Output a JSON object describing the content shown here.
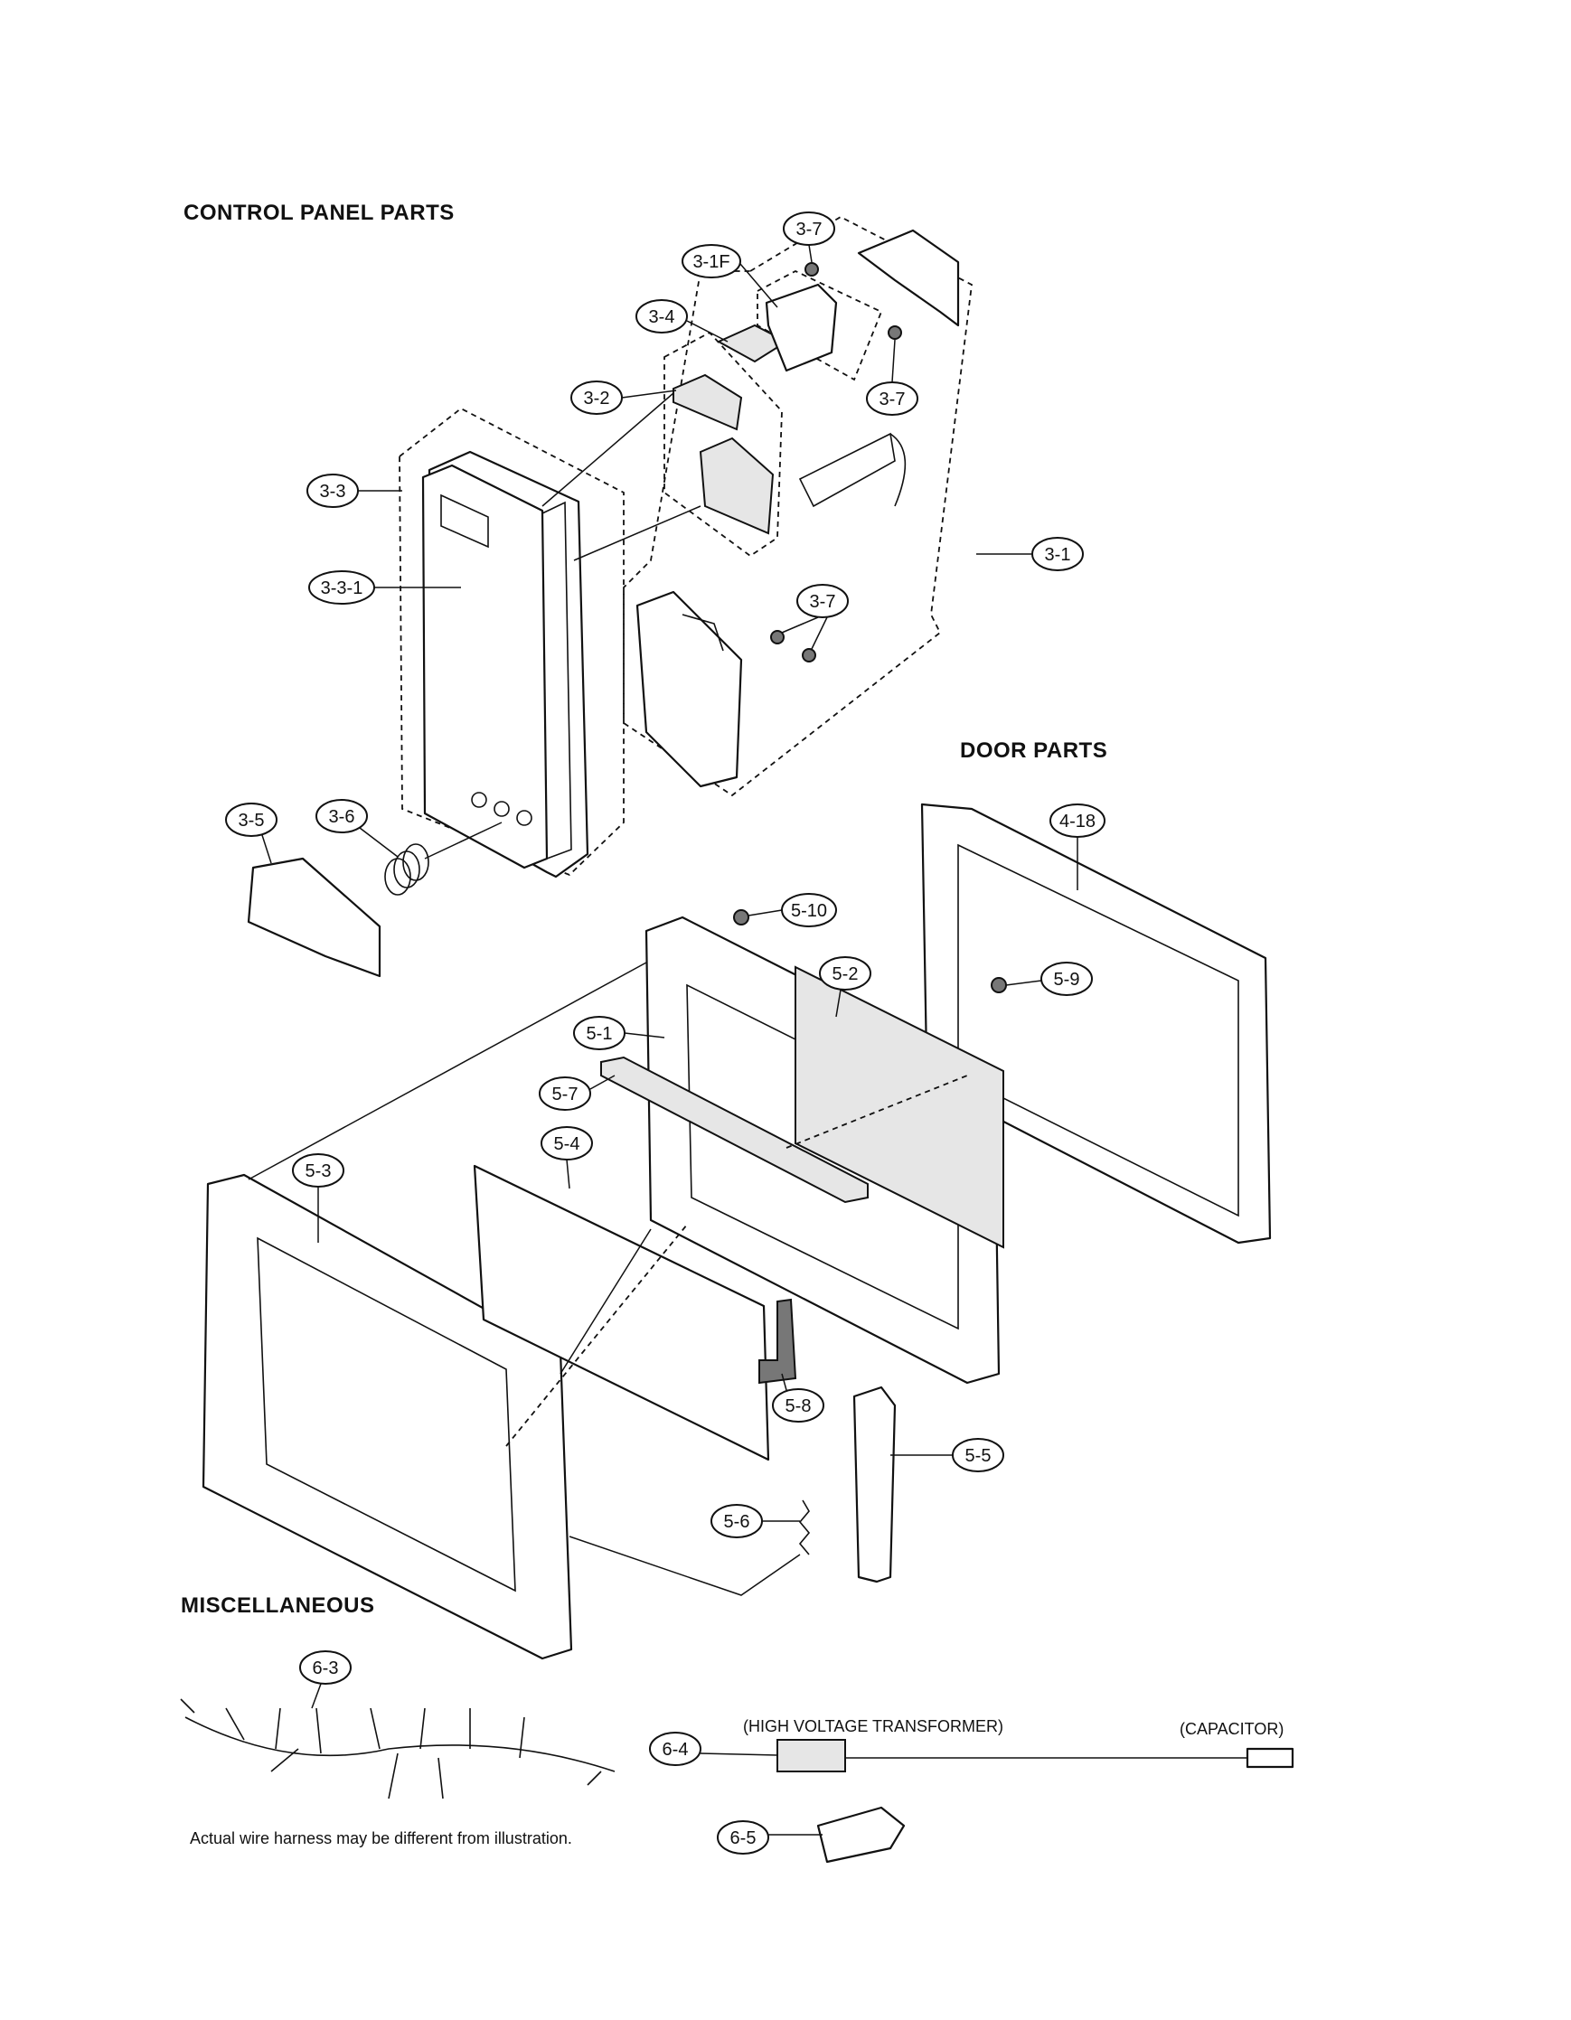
{
  "headings": {
    "control_panel": "CONTROL PANEL PARTS",
    "door": "DOOR  PARTS",
    "misc": "MISCELLANEOUS"
  },
  "labels": {
    "hv_transformer": "(HIGH VOLTAGE TRANSFORMER)",
    "capacitor": "(CAPACITOR)",
    "harness_note": "Actual wire harness may be different from illustration."
  },
  "callouts": {
    "c3_7a": "3-7",
    "c3_1f": "3-1F",
    "c3_4": "3-4",
    "c3_7b": "3-7",
    "c3_2": "3-2",
    "c3_3": "3-3",
    "c3_3_1": "3-3-1",
    "c3_1": "3-1",
    "c3_7c": "3-7",
    "c3_5": "3-5",
    "c3_6": "3-6",
    "c4_18": "4-18",
    "c5_10": "5-10",
    "c5_2": "5-2",
    "c5_9": "5-9",
    "c5_1": "5-1",
    "c5_7": "5-7",
    "c5_4": "5-4",
    "c5_3": "5-3",
    "c5_8": "5-8",
    "c5_5": "5-5",
    "c5_6": "5-6",
    "c6_3": "6-3",
    "c6_4": "6-4",
    "c6_5": "6-5"
  }
}
